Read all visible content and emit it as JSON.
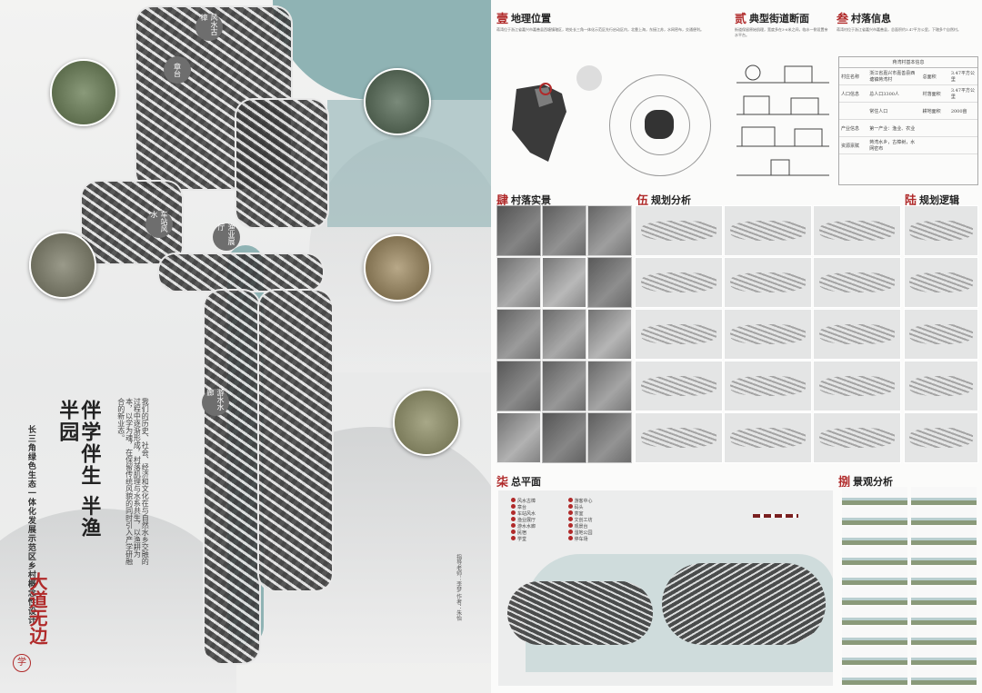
{
  "board": {
    "title_main": "伴学伴生 半渔半园",
    "title_accent": "大道无边",
    "subtitle": "长三角绿色生态一体化发展示范区乡村概念性设计",
    "intro_text": "我们的历史、社会、经济和文化在与自然水乡交融的过程中逐渐形成，村落肌理与水系共生，以渔耕为本，以学为魂，在保留传统风貌的同时引入产学研融合的新业态。",
    "place_labels": [
      "风水古樟",
      "章台",
      "车站风水",
      "渔业展厅",
      "游水水廊"
    ],
    "credits": "指导老师：李梦    作者：朱怡",
    "seal": "学"
  },
  "sections": {
    "s1": {
      "num": "壹",
      "title": "地理位置",
      "text": "蒋湾位于浙江省嘉兴市嘉善县西塘镇辖区，地处长三角一体化示范区先行启动区内，北靠上海，东接江苏，水网密布，交通便利。"
    },
    "s2": {
      "num": "贰",
      "title": "典型街道断面",
      "text": "街道保留原始肌理，宽度多在3-6米之间，临水一侧设置亲水平台。"
    },
    "s3": {
      "num": "叁",
      "title": "村落信息",
      "text": "蒋湾村位于浙江省嘉兴市嘉善县，总面积约3.47平方公里，下辖多个自然村。",
      "table_title": "蒋湾村基本信息"
    },
    "s4": {
      "num": "肆",
      "title": "村落实景"
    },
    "s5": {
      "num": "伍",
      "title": "规划分析"
    },
    "s6": {
      "num": "陆",
      "title": "规划逻辑"
    },
    "s7": {
      "num": "柒",
      "title": "总平面"
    },
    "s8": {
      "num": "捌",
      "title": "景观分析"
    }
  },
  "table": {
    "rows": [
      [
        "村庄名称",
        "浙江省嘉兴市嘉善县西塘镇蒋湾村",
        "总面积",
        "3.47平方公里"
      ],
      [
        "人口信息",
        "总人口3300人",
        "村落面积",
        "3.47平方公里"
      ],
      [
        "",
        "常住人口",
        "耕地面积",
        "2000亩"
      ],
      [
        "产业信息",
        "第一产业：渔业、农业",
        "",
        ""
      ],
      [
        "资源禀赋",
        "蒋湾水乡，古樟树，水网密布",
        "",
        ""
      ]
    ]
  },
  "masterplan_legend": [
    "风水古樟",
    "章台",
    "车站风水",
    "渔业展厅",
    "游水水廊",
    "民宿",
    "学堂",
    "游客中心",
    "码头",
    "茶室",
    "文创工坊",
    "观景台",
    "湿地公园",
    "停车场"
  ],
  "colors": {
    "accent": "#b02a2a",
    "river": "#8fb3b4",
    "ink": "#333333"
  }
}
